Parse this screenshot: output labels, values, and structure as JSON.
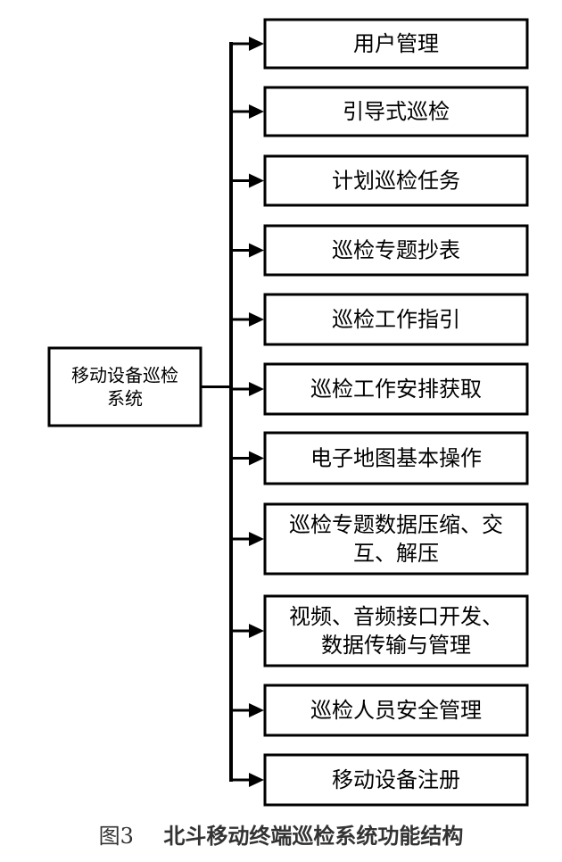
{
  "root": {
    "lines": [
      "移动设备巡检",
      "系统"
    ]
  },
  "items": [
    {
      "lines": [
        "用户管理"
      ]
    },
    {
      "lines": [
        "引导式巡检"
      ]
    },
    {
      "lines": [
        "计划巡检任务"
      ]
    },
    {
      "lines": [
        "巡检专题抄表"
      ]
    },
    {
      "lines": [
        "巡检工作指引"
      ]
    },
    {
      "lines": [
        "巡检工作安排获取"
      ]
    },
    {
      "lines": [
        "电子地图基本操作"
      ]
    },
    {
      "lines": [
        "巡检专题数据压缩、交",
        "互、解压"
      ]
    },
    {
      "lines": [
        "视频、音频接口开发、",
        "数据传输与管理"
      ]
    },
    {
      "lines": [
        "巡检人员安全管理"
      ]
    },
    {
      "lines": [
        "移动设备注册"
      ]
    }
  ],
  "caption": {
    "figure_number": "图3",
    "title": "北斗移动终端巡检系统功能结构"
  }
}
